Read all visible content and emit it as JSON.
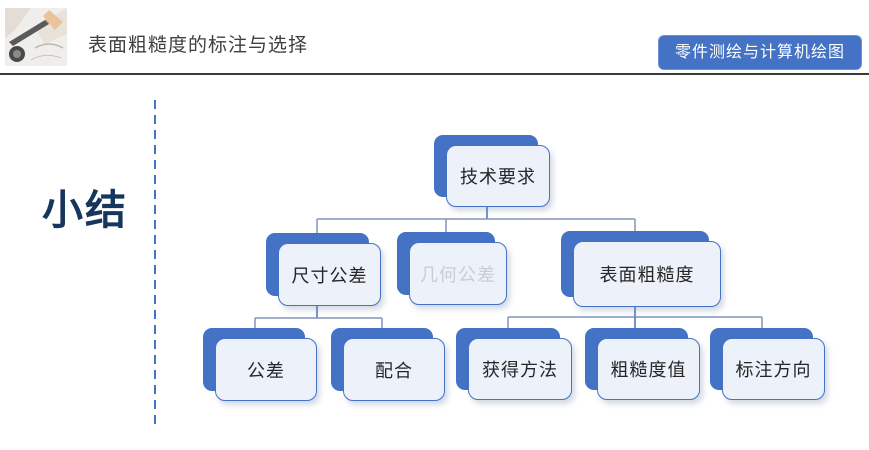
{
  "header": {
    "title": "表面粗糙度的标注与选择",
    "badge": "零件测绘与计算机绘图",
    "photo_icon": "drafting-hands-photo"
  },
  "sidebar": {
    "summary_label": "小结"
  },
  "colors": {
    "accent": "#4472C4",
    "node_fill": "#EDF1F9",
    "navy_text": "#17365D",
    "dimmed_text": "#C9CDD6",
    "connector": "#8095B8",
    "divider": "#3B3B3B",
    "badge_text": "#FFFFFF"
  },
  "tree": {
    "nodes": [
      {
        "id": "root",
        "label": "技术要求",
        "state": "normal"
      },
      {
        "id": "dim-tolerance",
        "label": "尺寸公差",
        "state": "normal"
      },
      {
        "id": "geo-tolerance",
        "label": "几何公差",
        "state": "dimmed"
      },
      {
        "id": "surface-roughness",
        "label": "表面粗糙度",
        "state": "normal"
      },
      {
        "id": "tolerance",
        "label": "公差",
        "state": "normal"
      },
      {
        "id": "fit",
        "label": "配合",
        "state": "normal"
      },
      {
        "id": "obtain-method",
        "label": "获得方法",
        "state": "normal"
      },
      {
        "id": "roughness-value",
        "label": "粗糙度值",
        "state": "normal"
      },
      {
        "id": "mark-direction",
        "label": "标注方向",
        "state": "normal"
      }
    ]
  }
}
